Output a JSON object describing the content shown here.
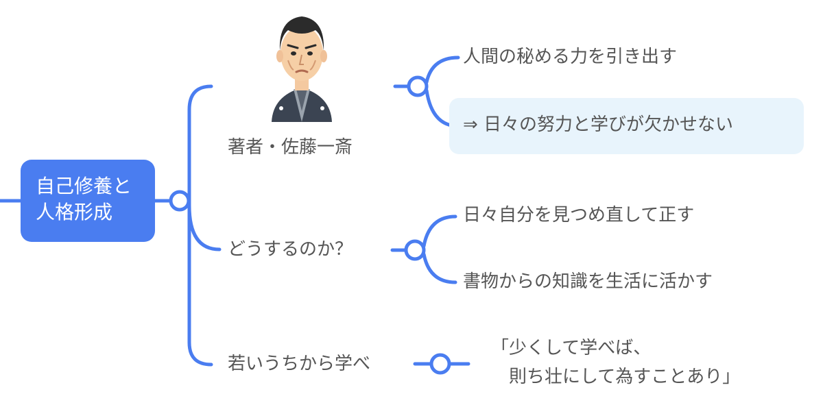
{
  "root": {
    "line1": "自己修養と",
    "line2": "人格形成"
  },
  "branches": [
    {
      "label": "著者・佐藤一斎",
      "children": [
        "人間の秘める力を引き出す",
        "⇒ 日々の努力と学びが欠かせない"
      ]
    },
    {
      "label": "どうするのか？",
      "children": [
        "日々自分を見つめ直して正す",
        "書物からの知識を生活に活かす"
      ]
    },
    {
      "label": "若いうちから学べ",
      "children": [
        "「少くして学べば、",
        "　則ち壮にして為すことあり」"
      ]
    }
  ],
  "colors": {
    "connector": "#4a7df0",
    "root_fill": "#4a7df0",
    "highlight_fill": "#e8f4fc",
    "text": "#555555"
  },
  "icons": {
    "portrait": "samurai-portrait-icon"
  }
}
